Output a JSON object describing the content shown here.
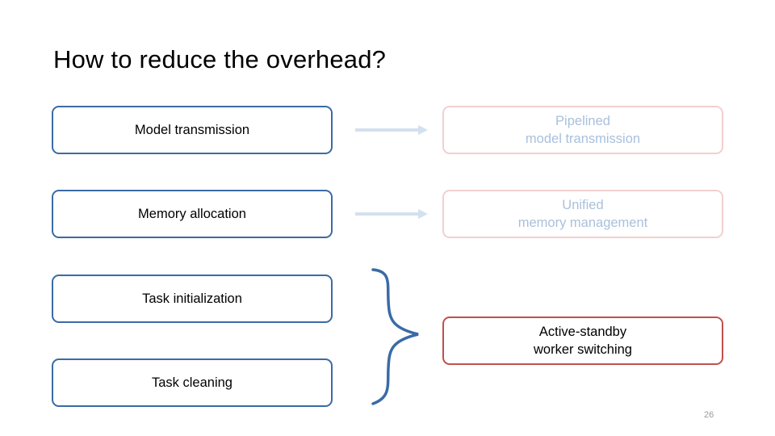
{
  "slide": {
    "title": "How to reduce the overhead?",
    "page_number": "26",
    "colors": {
      "blue_border": "#3a6ba5",
      "pink_border": "#f2cfcf",
      "pink_text": "#a9c0dc",
      "red_border": "#c0504d",
      "arrow": "#d3e0ef",
      "brace": "#3a6ba5",
      "text": "#000000",
      "background": "#ffffff"
    },
    "left_boxes": [
      {
        "label": "Model transmission"
      },
      {
        "label": "Memory allocation"
      },
      {
        "label": "Task initialization"
      },
      {
        "label": "Task cleaning"
      }
    ],
    "right_boxes": [
      {
        "line1": "Pipelined",
        "line2": "model transmission"
      },
      {
        "line1": "Unified",
        "line2": "memory management"
      },
      {
        "line1": "Active-standby",
        "line2": "worker switching"
      }
    ],
    "arrows": [
      {
        "name": "arrow-model-transmission"
      },
      {
        "name": "arrow-memory-allocation"
      }
    ],
    "brace": {
      "name": "curly-brace-grouping-tasks"
    }
  }
}
